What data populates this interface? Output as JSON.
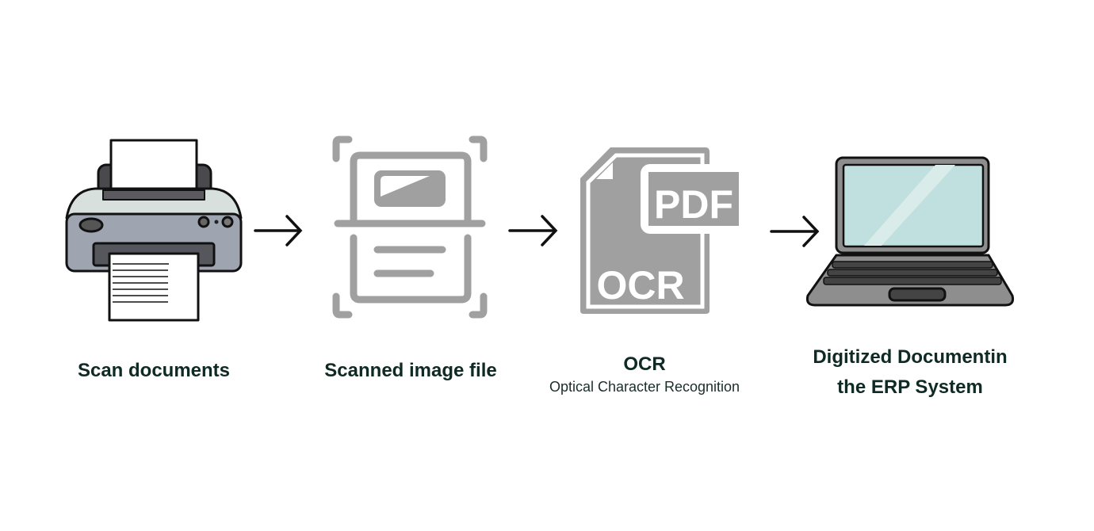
{
  "steps": [
    {
      "label": "Scan documents",
      "icon": "printer-icon"
    },
    {
      "label": "Scanned image file",
      "icon": "scan-document-icon"
    },
    {
      "label": "OCR",
      "sublabel": "Optical Character Recognition",
      "icon": "ocr-pdf-file-icon",
      "pdf_text": "PDF",
      "ocr_text": "OCR"
    },
    {
      "label_line1": "Digitized Documentin",
      "label_line2": "the ERP System",
      "icon": "laptop-icon"
    }
  ],
  "colors": {
    "text": "#0f2a25",
    "icon_gray": "#a0a0a0",
    "screen": "#bfe0de"
  }
}
